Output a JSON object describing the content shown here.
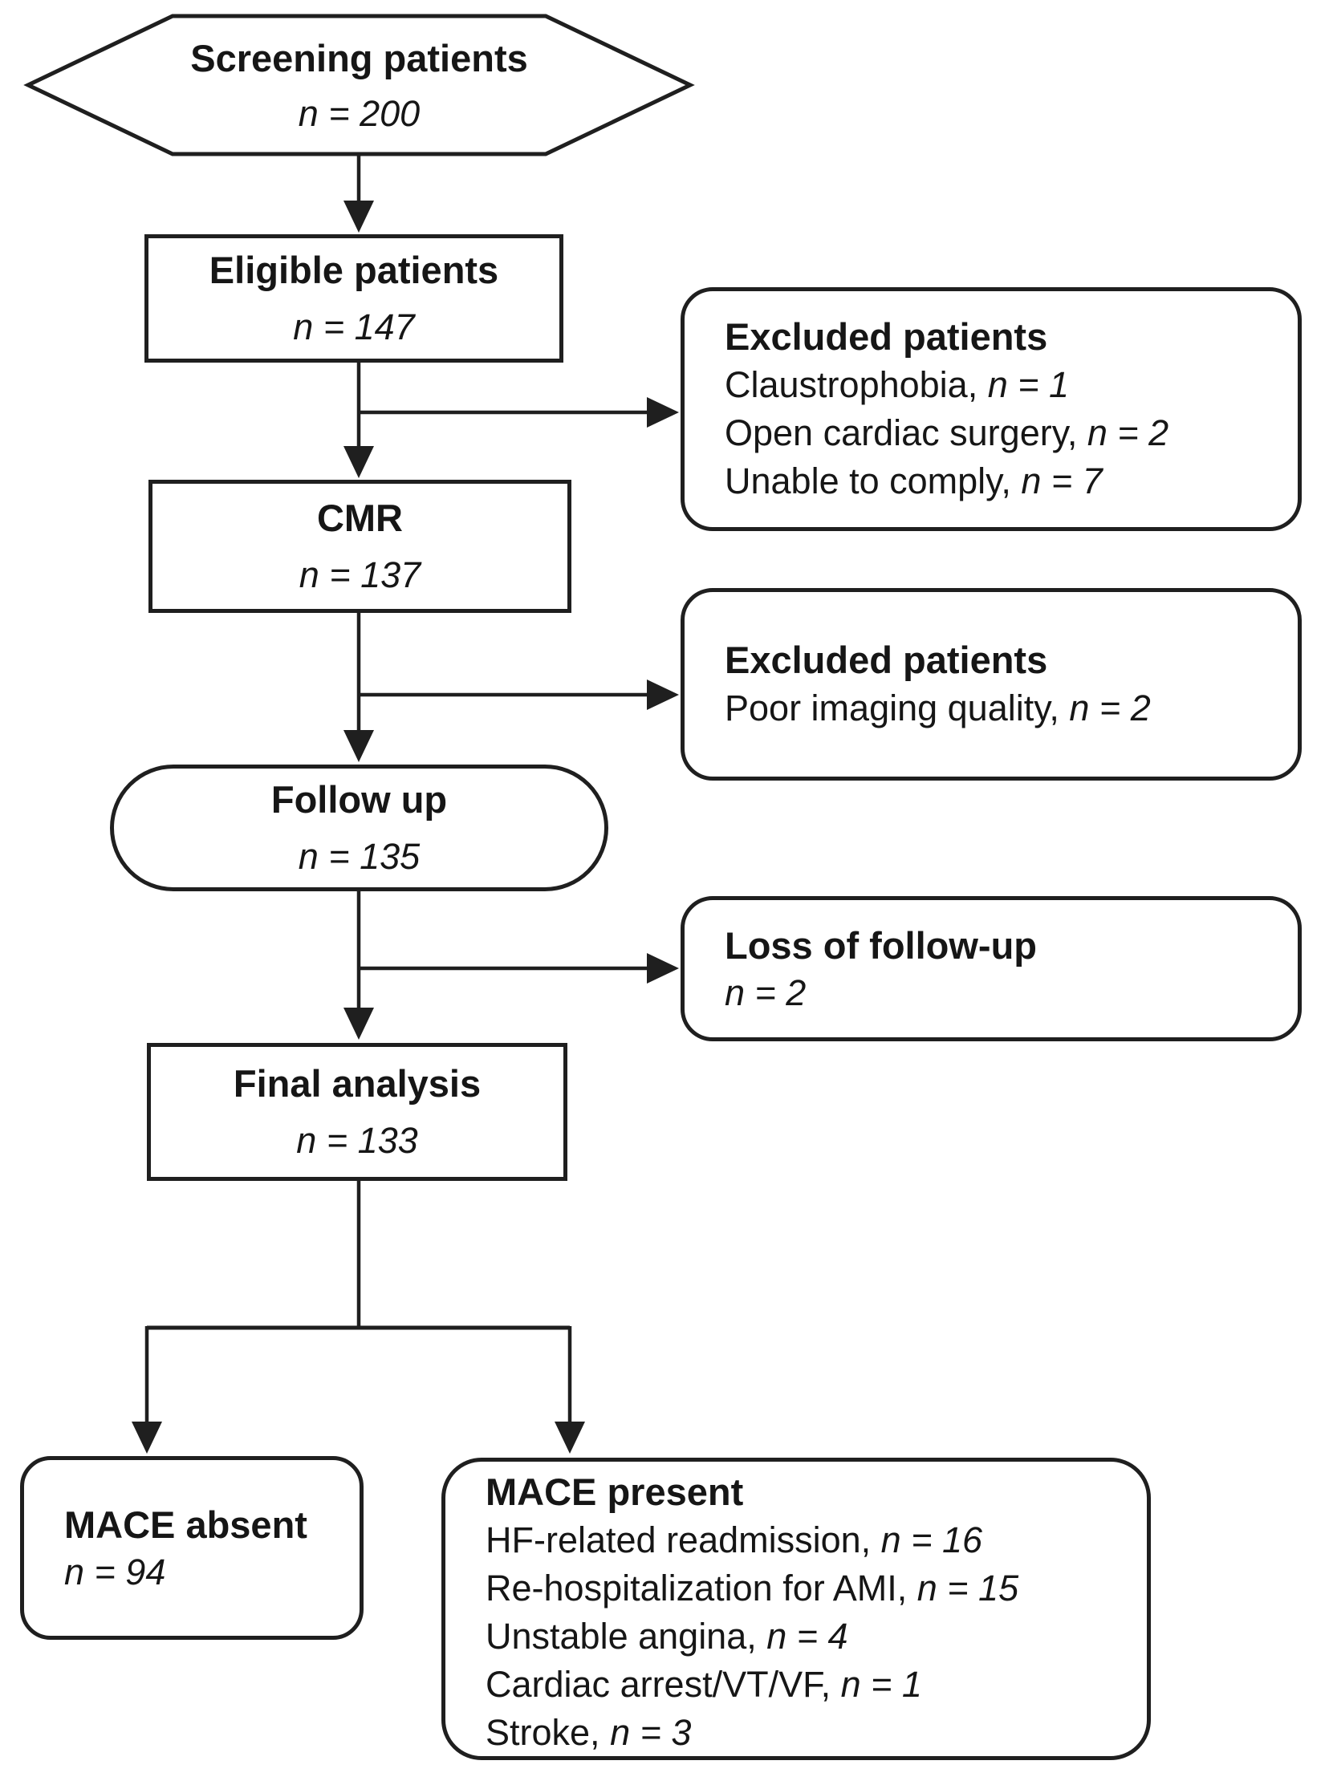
{
  "diagram": {
    "colors": {
      "line": "#1f1f1f",
      "text": "#161616",
      "background": "#ffffff"
    },
    "nodes": {
      "screening": {
        "title": "Screening patients",
        "count": "n = 200"
      },
      "eligible": {
        "title": "Eligible patients",
        "count": "n = 147"
      },
      "excluded1": {
        "title": "Excluded patients",
        "items": [
          "Claustrophobia, n = 1",
          "Open cardiac surgery, n = 2",
          "Unable to comply, n = 7"
        ]
      },
      "cmr": {
        "title": "CMR",
        "count": "n = 137"
      },
      "excluded2": {
        "title": "Excluded patients",
        "items": [
          "Poor imaging quality, n = 2"
        ]
      },
      "followup": {
        "title": "Follow up",
        "count": "n = 135"
      },
      "loss": {
        "title": "Loss of follow-up",
        "count": "n = 2"
      },
      "final": {
        "title": "Final analysis",
        "count": "n = 133"
      },
      "mace_absent": {
        "title": "MACE absent",
        "count": "n = 94"
      },
      "mace_present": {
        "title": "MACE present",
        "items": [
          "HF-related readmission, n = 16",
          "Re-hospitalization for AMI, n = 15",
          "Unstable angina, n = 4",
          "Cardiac arrest/VT/VF, n = 1",
          "Stroke, n = 3"
        ]
      }
    }
  }
}
